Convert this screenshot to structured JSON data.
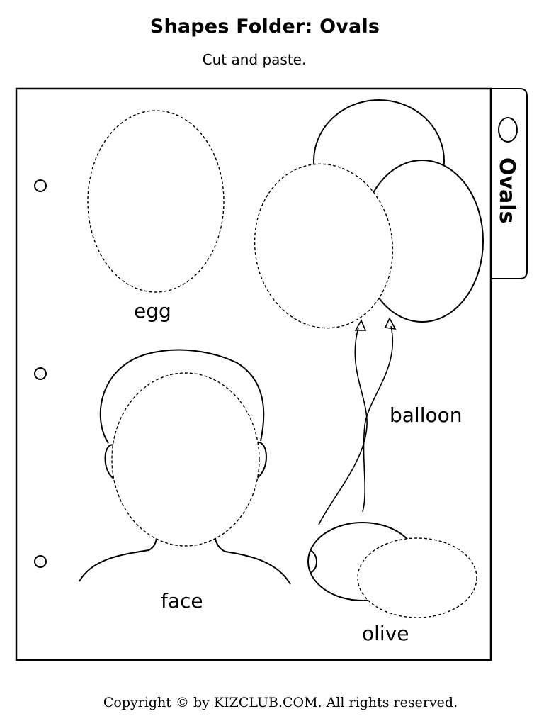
{
  "header": {
    "title": "Shapes Folder: Ovals",
    "subtitle": "Cut and paste."
  },
  "tab": {
    "label": "Ovals"
  },
  "items": {
    "egg": "egg",
    "balloon": "balloon",
    "face": "face",
    "olive": "olive"
  },
  "footer": {
    "copyright": "Copyright © by KIZCLUB.COM. All rights reserved."
  }
}
